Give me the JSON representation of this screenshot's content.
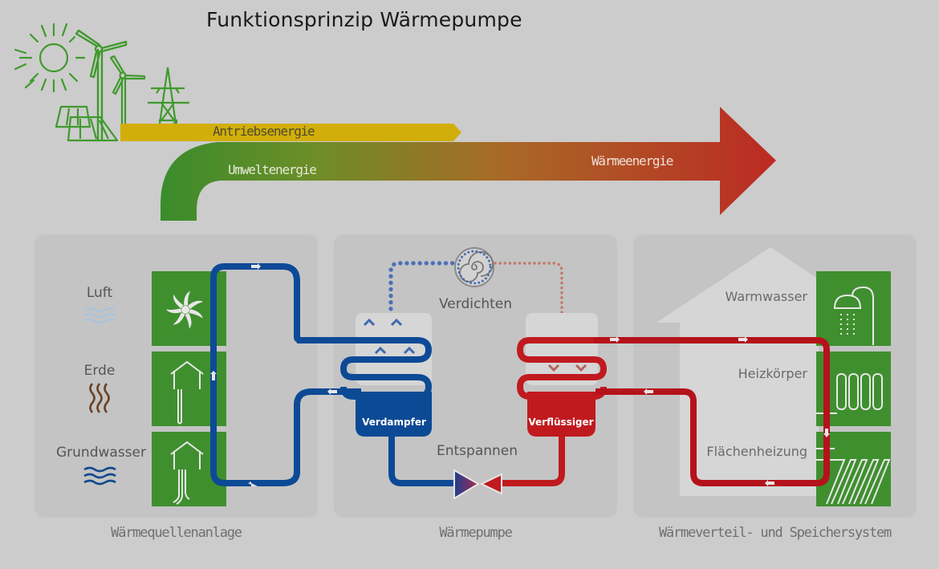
{
  "title": "Funktionsprinzip Wärmepumpe",
  "energy_flow": {
    "drive_energy": "Antriebsenergie",
    "environment_energy": "Umweltenergie",
    "heat_energy": "Wärmeenergie"
  },
  "sections": {
    "source": {
      "caption": "Wärmequellenanlage",
      "items": [
        {
          "label": "Luft",
          "icon": "air-waves-icon",
          "tile_icon": "fan-icon"
        },
        {
          "label": "Erde",
          "icon": "earth-heat-icon",
          "tile_icon": "ground-probe-icon"
        },
        {
          "label": "Grundwasser",
          "icon": "water-waves-icon",
          "tile_icon": "groundwater-well-icon"
        }
      ]
    },
    "heat_pump": {
      "caption": "Wärmepumpe",
      "compress_label": "Verdichten",
      "expand_label": "Entspannen",
      "evaporator_label": "Verdampfer",
      "condenser_label": "Verflüssiger"
    },
    "distribution": {
      "caption": "Wärmeverteil- und Speichersystem",
      "items": [
        {
          "label": "Warmwasser",
          "tile_icon": "shower-icon"
        },
        {
          "label": "Heizkörper",
          "tile_icon": "radiator-icon"
        },
        {
          "label": "Flächenheizung",
          "tile_icon": "floor-heating-icon"
        }
      ]
    }
  },
  "colors": {
    "background": "#cccccc",
    "panel": "#c4c4c4",
    "green": "#3f8f2f",
    "yellow": "#d2ae0a",
    "red": "#b8281f",
    "blue": "#0d4a96",
    "pipe_red": "#b5121b"
  }
}
